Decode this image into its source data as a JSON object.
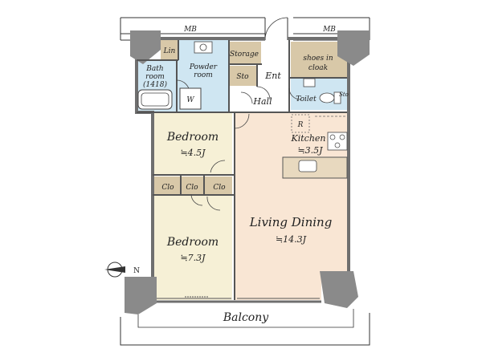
{
  "labels": {
    "mb_left": "MB",
    "mb_right": "MB",
    "lin": "Lin",
    "bathroom_line1": "Bath",
    "bathroom_line2": "room",
    "bathroom_line3": "(1418)",
    "powder_line1": "Powder",
    "powder_line2": "room",
    "washer": "W",
    "storage": "Storage",
    "sto_hall": "Sto",
    "entrance": "Ent",
    "shoes_line1": "shoes in",
    "shoes_line2": "cloak",
    "toilet": "Toilet",
    "sto_toilet": "Sto",
    "hall": "Hall",
    "refrigerator": "R",
    "kitchen": "Kitchen",
    "kitchen_size": "≒3.5J",
    "bedroom1": "Bedroom",
    "bedroom1_size": "≒4.5J",
    "clo1": "Clo",
    "clo2": "Clo",
    "clo3": "Clo",
    "bedroom2": "Bedroom",
    "bedroom2_size": "≒7.3J",
    "living": "Living Dining",
    "living_size": "≒14.3J",
    "compass_n": "N",
    "balcony": "Balcony"
  },
  "colors": {
    "wall": "#6f6f6f",
    "bath_blue": "#cfe6f2",
    "storage_tan": "#d8c8a8",
    "bedroom_cream": "#f6f0d6",
    "living_peach": "#f9e6d4",
    "hall_white": "#ffffff",
    "line": "#333333"
  }
}
